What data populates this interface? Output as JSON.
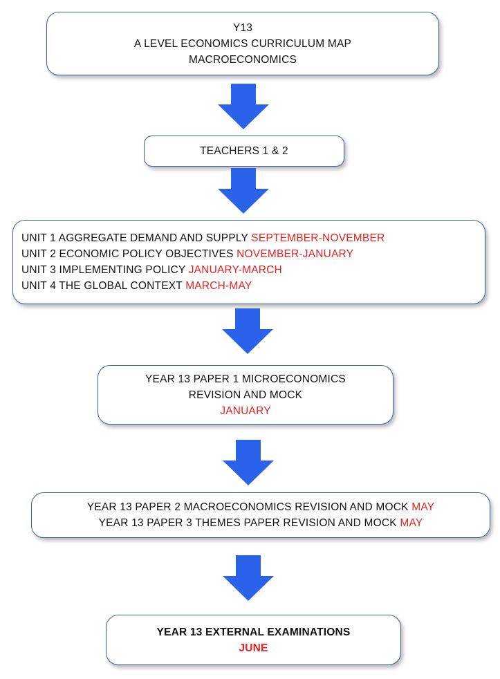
{
  "header_box": {
    "line1": "Y13",
    "line2": "A LEVEL ECONOMICS CURRICULUM MAP",
    "line3": "MACROECONOMICS"
  },
  "teachers_box": {
    "text": "TEACHERS 1 & 2"
  },
  "units_box": {
    "units": [
      {
        "text": "UNIT 1 AGGREGATE DEMAND AND SUPPLY ",
        "period": "SEPTEMBER-NOVEMBER"
      },
      {
        "text": "UNIT 2 ECONOMIC POLICY OBJECTIVES ",
        "period": "NOVEMBER-JANUARY"
      },
      {
        "text": "UNIT 3 IMPLEMENTING POLICY ",
        "period": "JANUARY-MARCH"
      },
      {
        "text": "UNIT 4 THE GLOBAL CONTEXT ",
        "period": "MARCH-MAY"
      }
    ]
  },
  "paper1_box": {
    "line1": "YEAR 13 PAPER 1 MICROECONOMICS",
    "line2": "REVISION AND MOCK",
    "period": "JANUARY"
  },
  "papers23_box": {
    "line1": "YEAR 13 PAPER 2 MACROECONOMICS REVISION AND MOCK ",
    "period1": "MAY",
    "line2": "YEAR 13 PAPER 3 THEMES PAPER REVISION AND MOCK ",
    "period2": "MAY"
  },
  "exams_box": {
    "line1": "YEAR 13 EXTERNAL EXAMINATIONS",
    "period": "JUNE"
  },
  "colors": {
    "arrow": "#2b62ea",
    "highlight": "#e8211c",
    "box_border": "#3d5e9b"
  }
}
